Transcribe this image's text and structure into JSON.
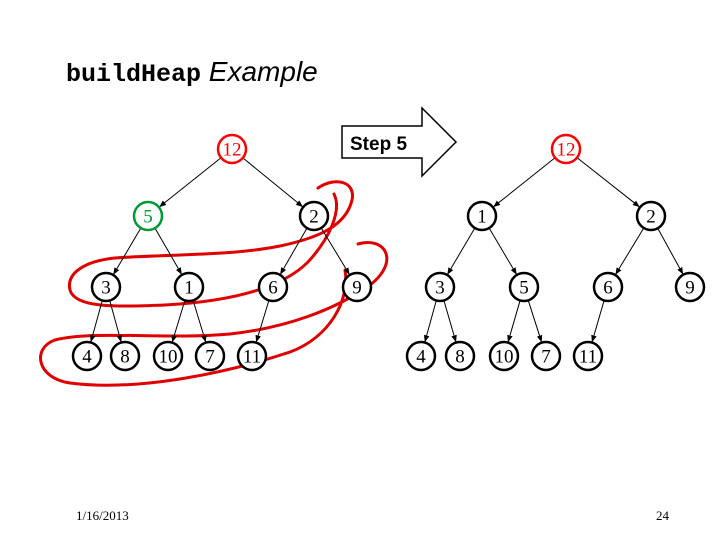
{
  "title": {
    "code": "buildHeap",
    "rest": " Example"
  },
  "step_label": "Step 5",
  "footer": {
    "date": "1/16/2013",
    "page": "24"
  },
  "colors": {
    "highlight_root": "#ff0000",
    "highlight_current": "#009933",
    "annotation": "#e00000",
    "default": "#000000"
  },
  "trees": [
    {
      "name": "before",
      "nodes": [
        {
          "label": "12",
          "color": "red"
        },
        {
          "label": "5",
          "color": "green"
        },
        {
          "label": "2"
        },
        {
          "label": "3"
        },
        {
          "label": "1"
        },
        {
          "label": "6"
        },
        {
          "label": "9"
        },
        {
          "label": "4"
        },
        {
          "label": "8"
        },
        {
          "label": "10"
        },
        {
          "label": "7"
        },
        {
          "label": "11"
        }
      ]
    },
    {
      "name": "after",
      "nodes": [
        {
          "label": "12",
          "color": "red"
        },
        {
          "label": "1"
        },
        {
          "label": "2"
        },
        {
          "label": "3"
        },
        {
          "label": "5"
        },
        {
          "label": "6"
        },
        {
          "label": "9"
        },
        {
          "label": "4"
        },
        {
          "label": "8"
        },
        {
          "label": "10"
        },
        {
          "label": "7"
        },
        {
          "label": "11"
        }
      ]
    }
  ]
}
